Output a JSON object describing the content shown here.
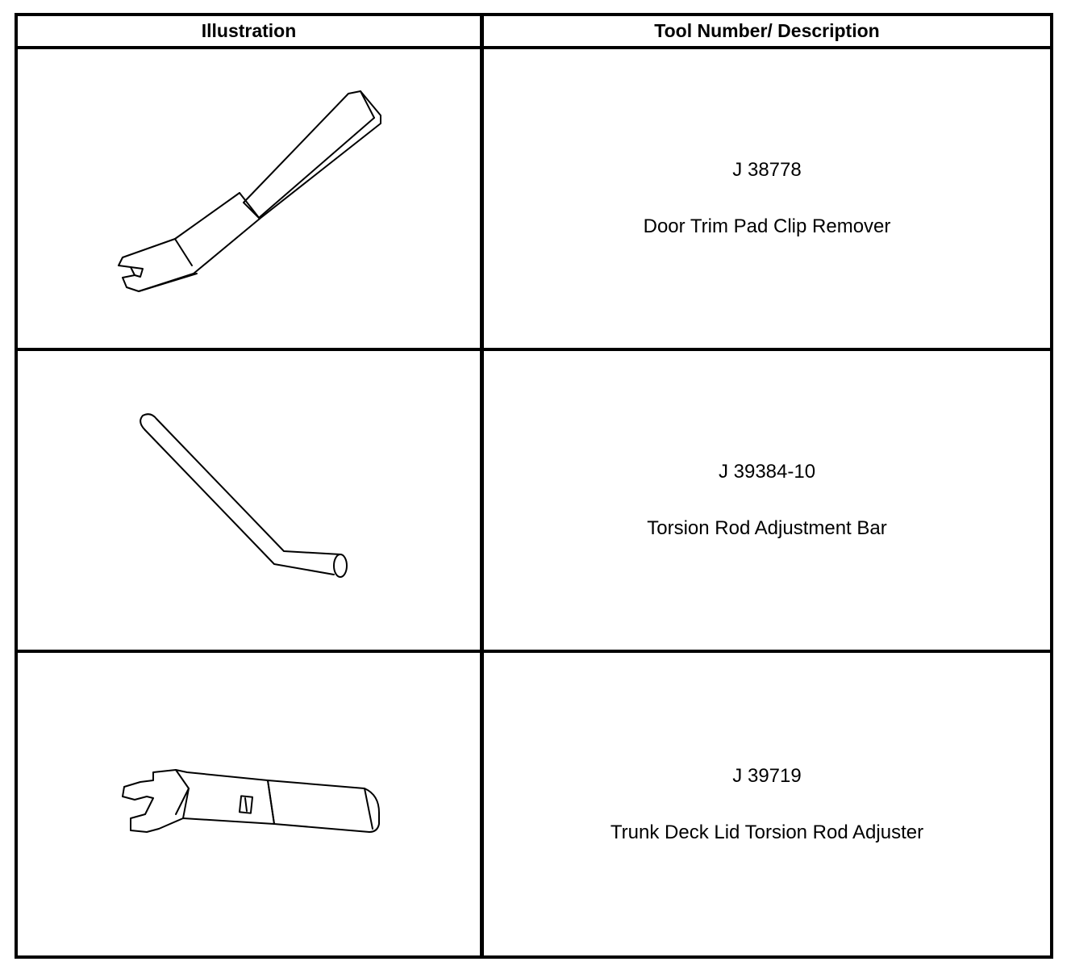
{
  "table": {
    "headers": {
      "illustration": "Illustration",
      "tool": "Tool Number/ Description"
    },
    "rows": [
      {
        "number": "J 38778",
        "description": "Door Trim Pad Clip Remover",
        "icon": "clip-remover-icon"
      },
      {
        "number": "J 39384-10",
        "description": "Torsion Rod Adjustment Bar",
        "icon": "bent-rod-icon"
      },
      {
        "number": "J 39719",
        "description": "Trunk Deck Lid Torsion Rod Adjuster",
        "icon": "forked-adjuster-icon"
      }
    ]
  }
}
